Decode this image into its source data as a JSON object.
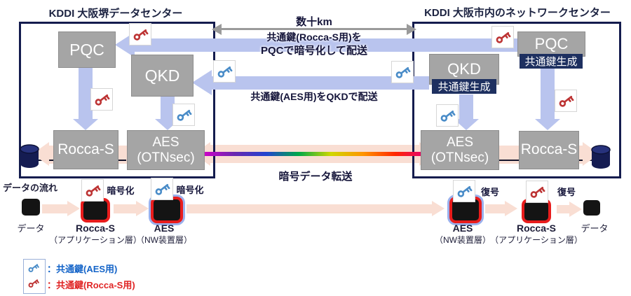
{
  "titles": {
    "left": "KDDI 大阪堺データセンター",
    "right": "KDDI 大阪市内のネットワークセンター"
  },
  "boxes": {
    "pqc": "PQC",
    "qkd": "QKD",
    "rocca": "Rocca-S",
    "aes_line1": "AES",
    "aes_line2": "(OTNsec)",
    "keygen": "共通鍵生成"
  },
  "center": {
    "distance": "数十km",
    "key_rocca_line1": "共通鍵(Rocca-S用)を",
    "key_rocca_line2": "PQCで暗号化して配送",
    "key_aes_line": "共通鍵(AES用)をQKDで配送",
    "data_transfer": "暗号データ転送"
  },
  "flow": {
    "title": "データの流れ",
    "data": "データ",
    "encrypt": "暗号化",
    "decrypt": "復号",
    "rocca_name": "Rocca-S",
    "rocca_layer": "（アプリケーション層）",
    "aes_name": "AES",
    "aes_layer": "（NW装置層）"
  },
  "legend": {
    "blue_label": "：共通鍵(AES用)",
    "red_label": "：共通鍵(Rocca-S用)"
  },
  "icons": {
    "red_key": "red-key-icon",
    "blue_key": "blue-key-icon",
    "database": "database-cylinder-icon"
  },
  "colors": {
    "key_red": "#bd3434",
    "key_blue": "#4a8cc8",
    "band_blue": "#b9c4ee",
    "pink": "#f9ded3",
    "navy_border": "#141c4e",
    "badge_bg": "#1e3060",
    "legend_blue": "#1464c8",
    "legend_red": "#e02424"
  }
}
